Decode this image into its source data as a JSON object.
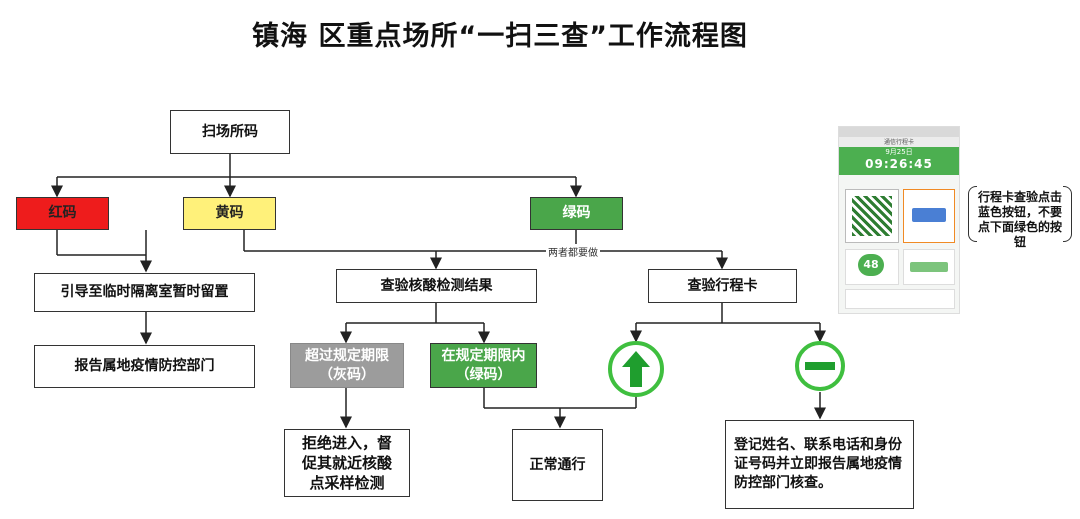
{
  "title": "镇海 区重点场所“一扫三查”工作流程图",
  "nodes": {
    "scan": "扫场所码",
    "red": "红码",
    "yellow": "黄码",
    "green": "绿码",
    "guide": "引导至临时隔离室暂时留置",
    "report_dept": "报告属地疫情防控部门",
    "check_nucleic": "查验核酸检测结果",
    "check_trip": "查验行程卡",
    "expired_line1": "超过规定期限",
    "expired_line2": "（灰码）",
    "valid_line1": "在规定期限内",
    "valid_line2": "（绿码）",
    "refuse_line1": "拒绝进入，督",
    "refuse_line2": "促其就近核酸",
    "refuse_line3": "点采样检测",
    "normal": "正常通行",
    "register_line1": "登记姓名、联系电话和身份",
    "register_line2": "证号码并立即报告属地疫情",
    "register_line3": "防控部门核查。"
  },
  "both_label": "两者都要做",
  "note_lines": [
    "行程卡查验点击",
    "蓝色按钮，不要",
    "点下面绿色的按",
    "钮"
  ],
  "phone": {
    "app_title": "通信行程卡",
    "date": "9月25日",
    "time": "09:26:45",
    "count": "48"
  },
  "colors": {
    "red": "#ee1c1c",
    "yellow": "#fff17a",
    "green": "#4aa64a",
    "gray": "#9c9c9c"
  }
}
